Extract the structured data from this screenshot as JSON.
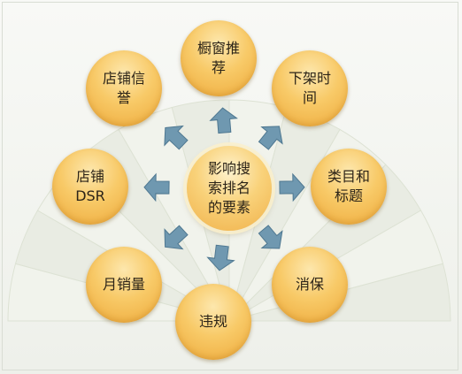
{
  "diagram": {
    "center": {
      "label": "影响搜\n索排名\n的要素"
    },
    "factors": [
      {
        "id": "window",
        "label": "橱窗推\n荐"
      },
      {
        "id": "listing-time",
        "label": "下架时\n间"
      },
      {
        "id": "category-title",
        "label": "类目和\n标题"
      },
      {
        "id": "consumer-protection",
        "label": "消保"
      },
      {
        "id": "violation",
        "label": "违规"
      },
      {
        "id": "monthly-sales",
        "label": "月销量"
      },
      {
        "id": "store-dsr",
        "label": "店铺\nDSR"
      },
      {
        "id": "store-reputation",
        "label": "店铺信\n誉"
      }
    ],
    "colors": {
      "circle": "#f8ca68",
      "arrow": "#6f98b0",
      "arrow_stroke": "#4f7891"
    }
  }
}
